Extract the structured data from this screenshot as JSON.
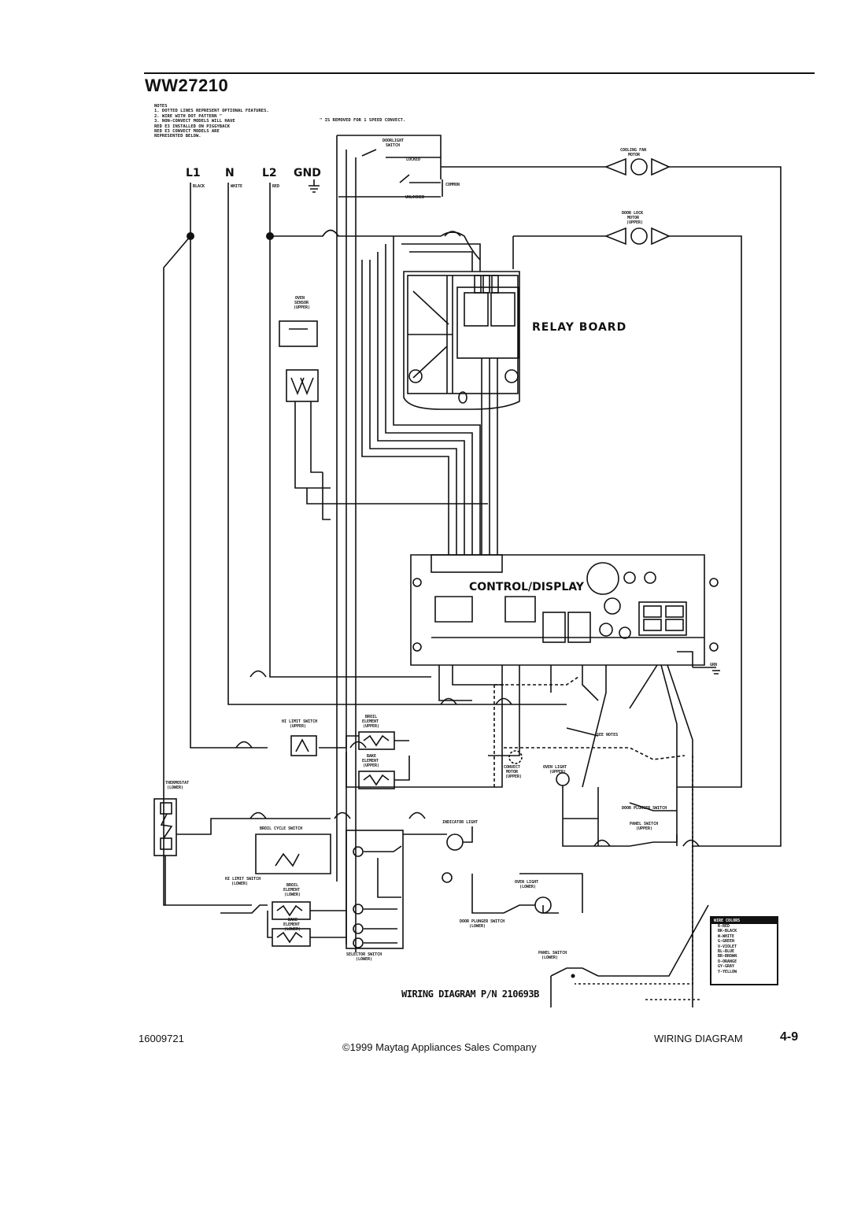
{
  "header": {
    "model": "WW27210"
  },
  "notes": {
    "title": "NOTES",
    "lines": [
      "1. DOTTED LINES REPRESENT OPTIONAL FEATURES.",
      "2. WIRE WITH DOT PATTERN \"",
      "3. NON-CONVECT MODELS WILL HAVE",
      "RED E3 INSTALLED ON PIGGYBACK",
      "RED E3 CONVECT MODELS ARE",
      "REPRESENTED BELOW."
    ],
    "speed_note": "\" IS REMOVED FOR 1 SPEED CONVECT."
  },
  "power": {
    "terminals": [
      "L1",
      "N",
      "L2",
      "GND"
    ],
    "wire_labels": [
      "BLACK",
      "WHITE",
      "RED"
    ]
  },
  "components": {
    "door_latch_switch": [
      "DOORLIGHT",
      "SWITCH"
    ],
    "locked": "LOCKED",
    "common": "COMMON",
    "unlocked": "UNLOCKED",
    "cooling_fan": [
      "COOLING FAN",
      "MOTOR"
    ],
    "door_lock": [
      "DOOR LOCK",
      "MOTOR",
      "(UPPER)"
    ],
    "oven_sensor": [
      "OVEN",
      "SENSOR",
      "(UPPER)"
    ],
    "relay_board": "RELAY BOARD",
    "control_display": "CONTROL/DISPLAY",
    "see_notes": "SEE NOTES",
    "hi_limit_upper": [
      "HI LIMIT SWITCH",
      "(UPPER)"
    ],
    "broil_element_upper": [
      "BROIL",
      "ELEMENT",
      "(UPPER)"
    ],
    "bake_element_upper": [
      "BAKE",
      "ELEMENT",
      "(UPPER)"
    ],
    "convect_motor": [
      "CONVECT",
      "MOTOR",
      "(UPPER)"
    ],
    "oven_light_upper": [
      "OVEN LIGHT",
      "(UPPER)"
    ],
    "door_plunger_upper": "DOOR PLUNGER SWITCH",
    "panel_switch_upper": [
      "PANEL SWITCH",
      "(UPPER)"
    ],
    "thermostat": [
      "THERMOSTAT",
      "(LOWER)"
    ],
    "broil_cycle_switch": "BROIL CYCLE SWITCH",
    "indicator_light": "INDICATOR LIGHT",
    "hi_limit_lower": [
      "HI LIMIT SWITCH",
      "(LOWER)"
    ],
    "broil_element_lower": [
      "BROIL",
      "ELEMENT",
      "(LOWER)"
    ],
    "bake_element_lower": [
      "BAKE",
      "ELEMENT",
      "(LOWER)"
    ],
    "selector_switch": [
      "SELECTOR SWITCH",
      "(LOWER)"
    ],
    "oven_light_lower": [
      "OVEN LIGHT",
      "(LOWER)"
    ],
    "door_plunger_lower": [
      "DOOR PLUNGER SWITCH",
      "(LOWER)"
    ],
    "panel_switch_lower": [
      "PANEL SWITCH",
      "(LOWER)"
    ],
    "grn": "GRN"
  },
  "wire_colors": {
    "title": "WIRE COLORS",
    "items": [
      "R-RED",
      "BK-BLACK",
      "W-WHITE",
      "G-GREEN",
      "V-VIOLET",
      "BL-BLUE",
      "BR-BROWN",
      "O-ORANGE",
      "GY-GRAY",
      "Y-YELLOW"
    ]
  },
  "caption": "WIRING DIAGRAM P/N 210693B",
  "footer": {
    "doc_number": "16009721",
    "copyright": "©1999 Maytag Appliances Sales Company",
    "section": "WIRING DIAGRAM",
    "page": "4-9"
  }
}
